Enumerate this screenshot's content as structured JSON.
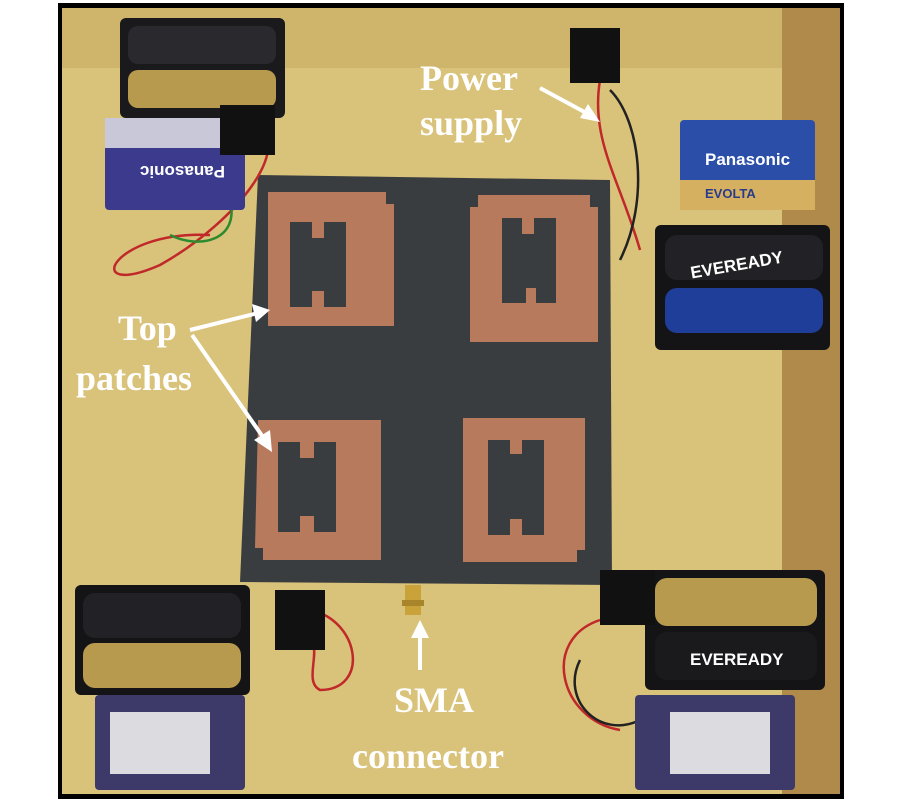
{
  "annotations": {
    "power_supply": [
      "Power",
      "supply"
    ],
    "top_patches": [
      "Top",
      "patches"
    ],
    "sma_connector": [
      "SMA",
      "connector"
    ]
  },
  "battery_brands": {
    "panasonic": "Panasonic",
    "evolta": "EVOLTA",
    "eveready": "EVEREADY"
  },
  "colors": {
    "frame": "#000000",
    "foam": "#d9c27a",
    "board": "#3a3d40",
    "copper": "#b87a5c",
    "annotation": "#ffffff"
  }
}
